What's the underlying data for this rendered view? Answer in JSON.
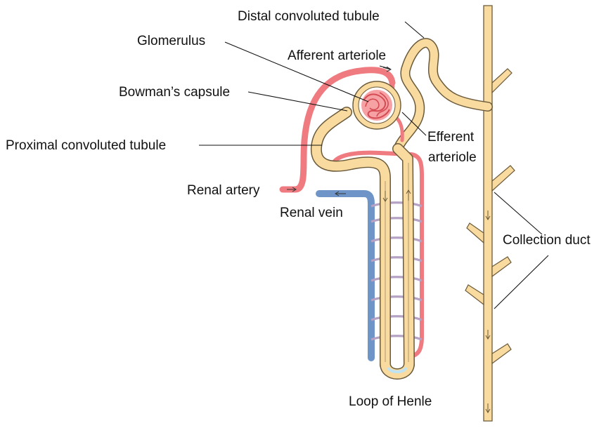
{
  "labels": {
    "distal_convoluted_tubule": "Distal convoluted tubule",
    "glomerulus": "Glomerulus",
    "afferent_arteriole": "Afferent arteriole",
    "bowmans_capsule": "Bowman’s capsule",
    "efferent_arteriole_line1": "Efferent",
    "efferent_arteriole_line2": "arteriole",
    "proximal_convoluted_tubule": "Proximal convoluted tubule",
    "renal_artery": "Renal artery",
    "renal_vein": "Renal vein",
    "collection_duct": "Collection duct",
    "loop_of_henle": "Loop of Henle"
  },
  "colors": {
    "tubule_fill": "#F9DBA0",
    "tubule_outline": "#6B5A3A",
    "artery": "#EF7B80",
    "vein": "#6F95C8",
    "capillary": "#B5A2C4",
    "loop_bottom": "#BFE3F2",
    "text": "#111111"
  }
}
